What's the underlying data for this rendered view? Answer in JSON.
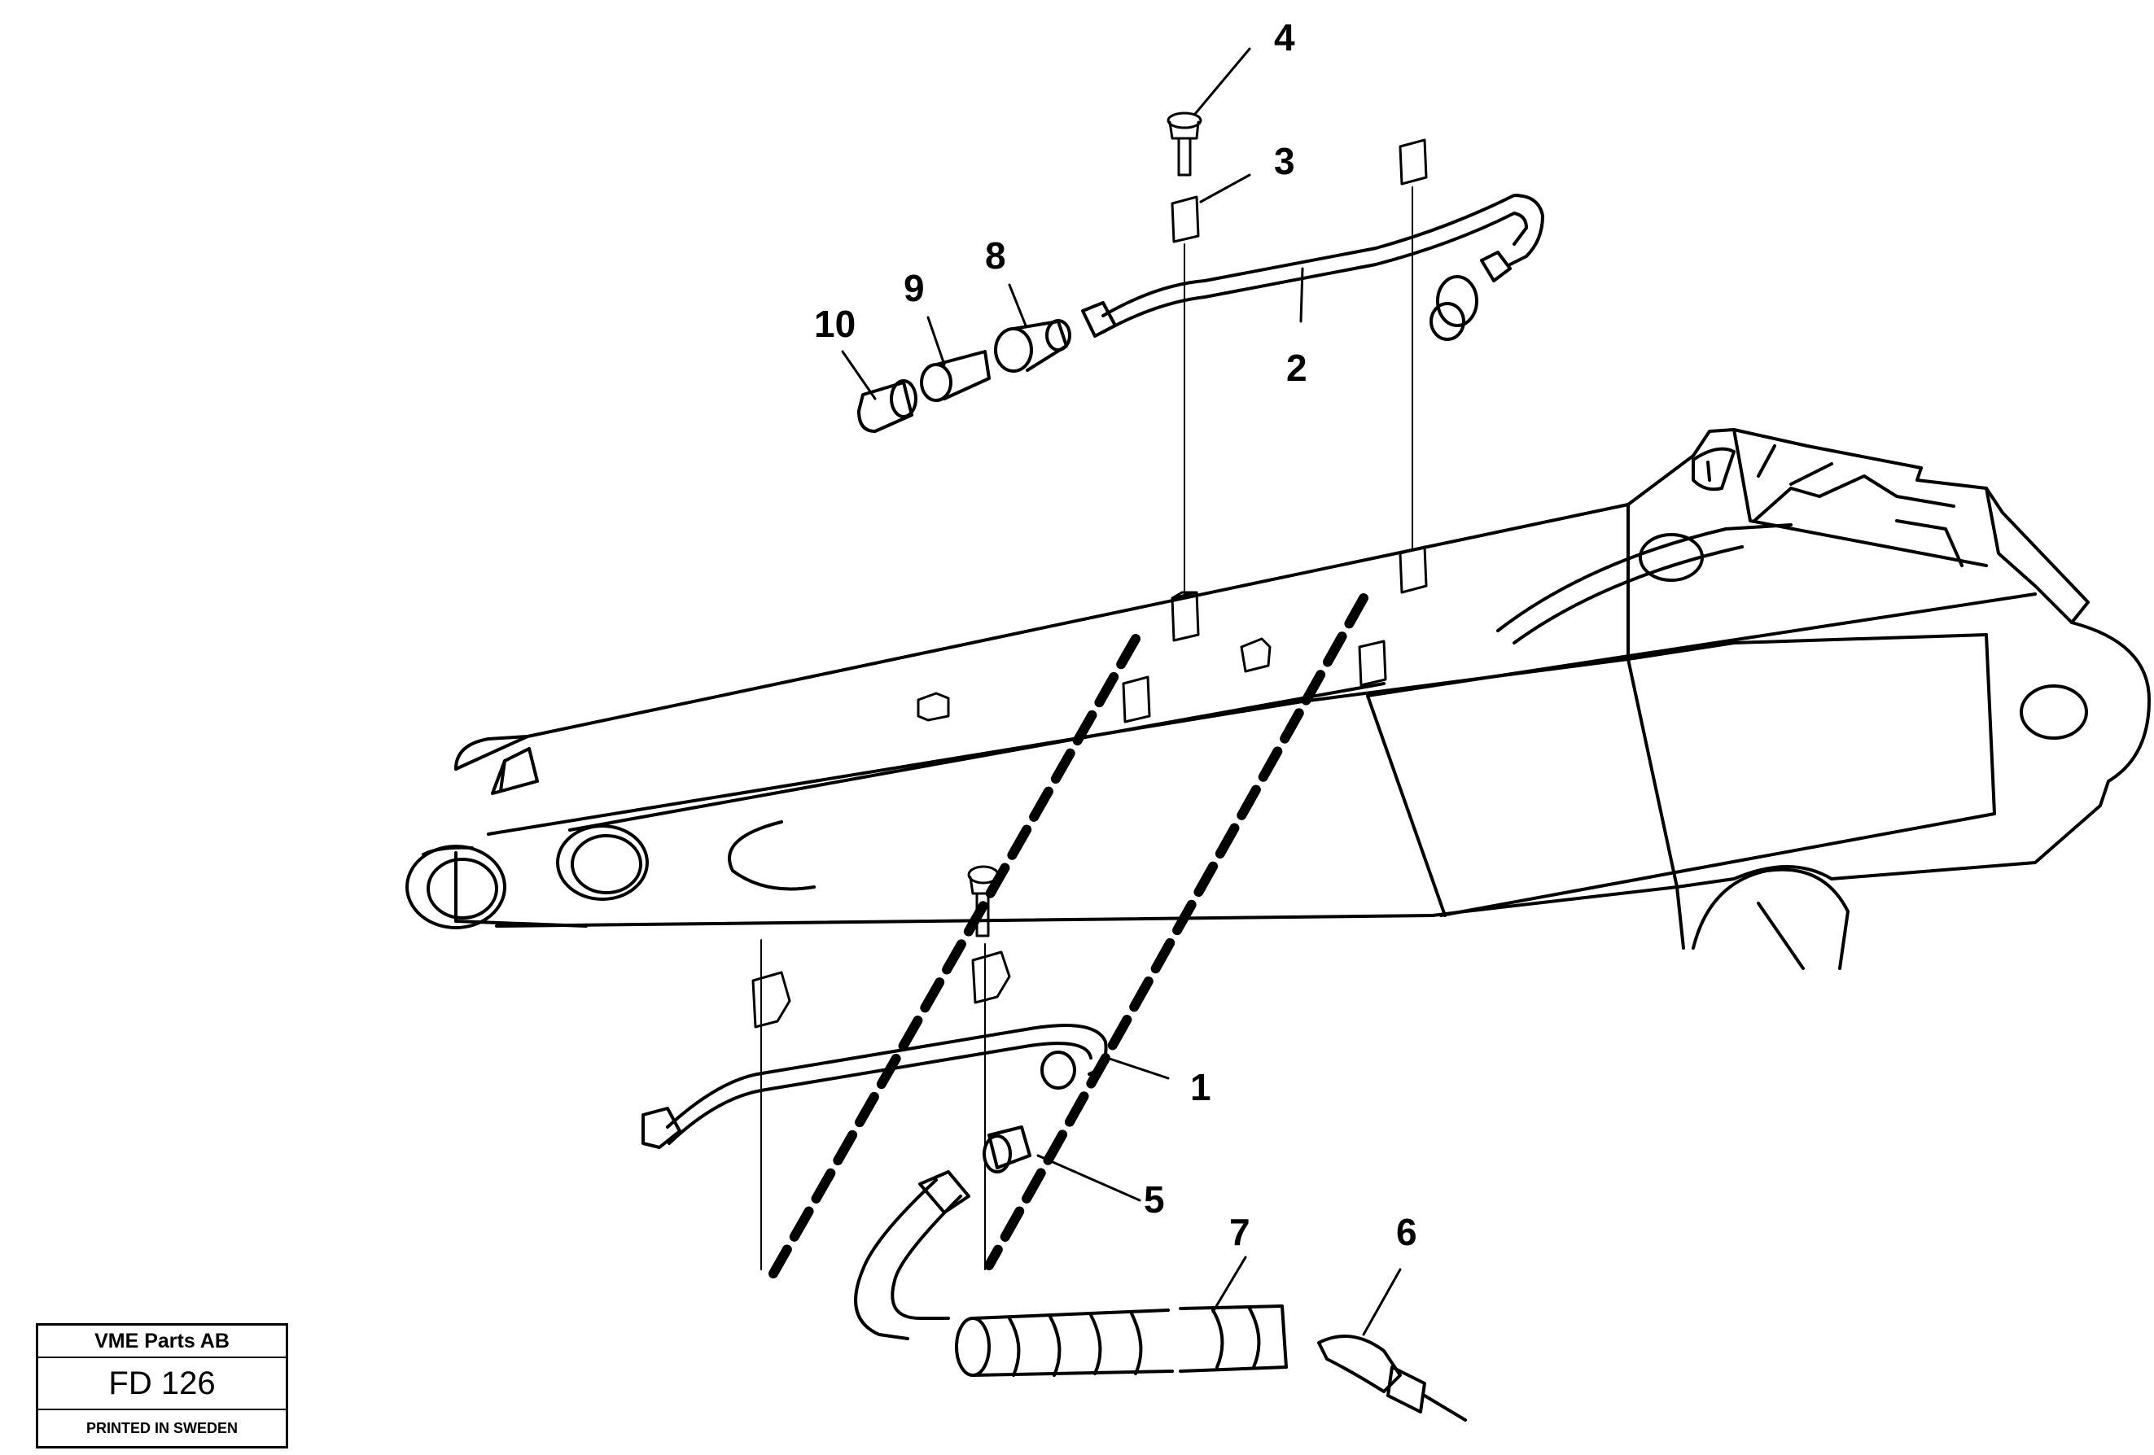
{
  "diagram": {
    "callouts": [
      {
        "id": "1",
        "label": "1"
      },
      {
        "id": "2",
        "label": "2"
      },
      {
        "id": "3",
        "label": "3"
      },
      {
        "id": "4",
        "label": "4"
      },
      {
        "id": "5",
        "label": "5"
      },
      {
        "id": "6",
        "label": "6"
      },
      {
        "id": "7",
        "label": "7"
      },
      {
        "id": "8",
        "label": "8"
      },
      {
        "id": "9",
        "label": "9"
      },
      {
        "id": "10",
        "label": "10"
      }
    ]
  },
  "title_block": {
    "company": "VME Parts AB",
    "code": "FD 126",
    "printed": "PRINTED IN SWEDEN"
  },
  "colors": {
    "ink": "#000000",
    "paper": "#ffffff"
  }
}
